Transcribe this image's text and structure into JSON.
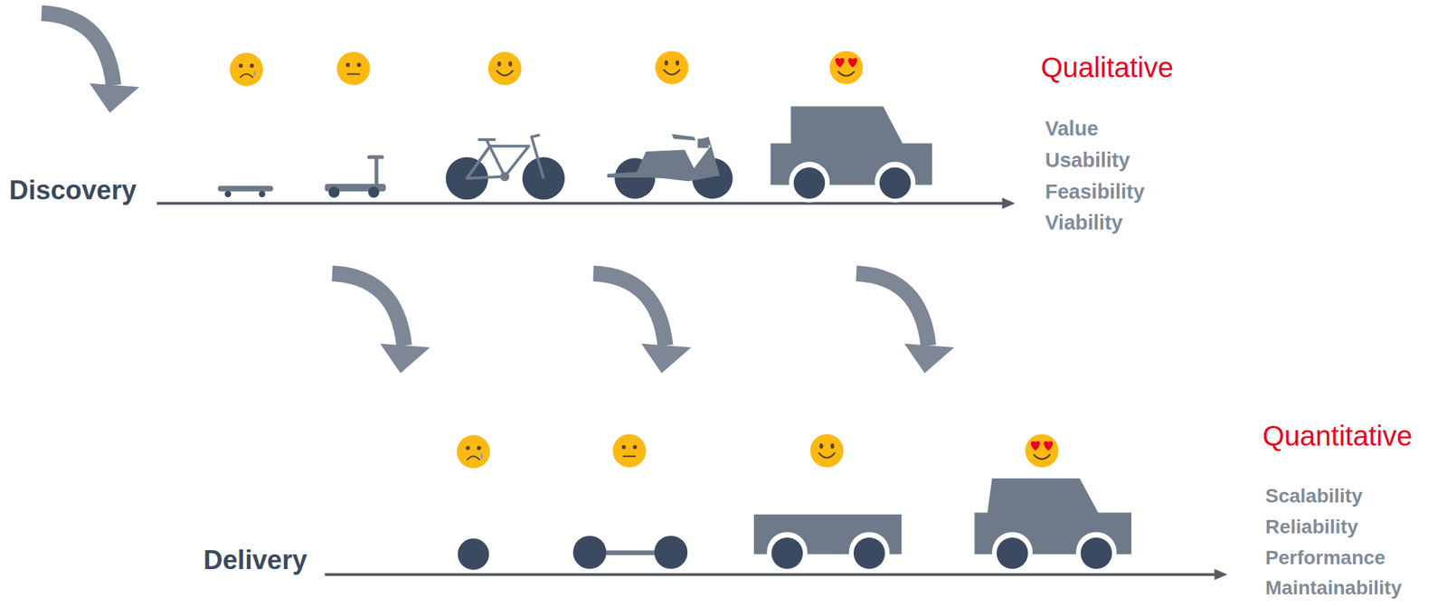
{
  "diagram": {
    "labels": [
      "Discovery",
      "Qualitative",
      "Value",
      "Usability",
      "Feasibility",
      "Viability",
      "Delivery",
      "Quantitative",
      "Scalability",
      "Reliability",
      "Performance",
      "Maintainability"
    ]
  }
}
